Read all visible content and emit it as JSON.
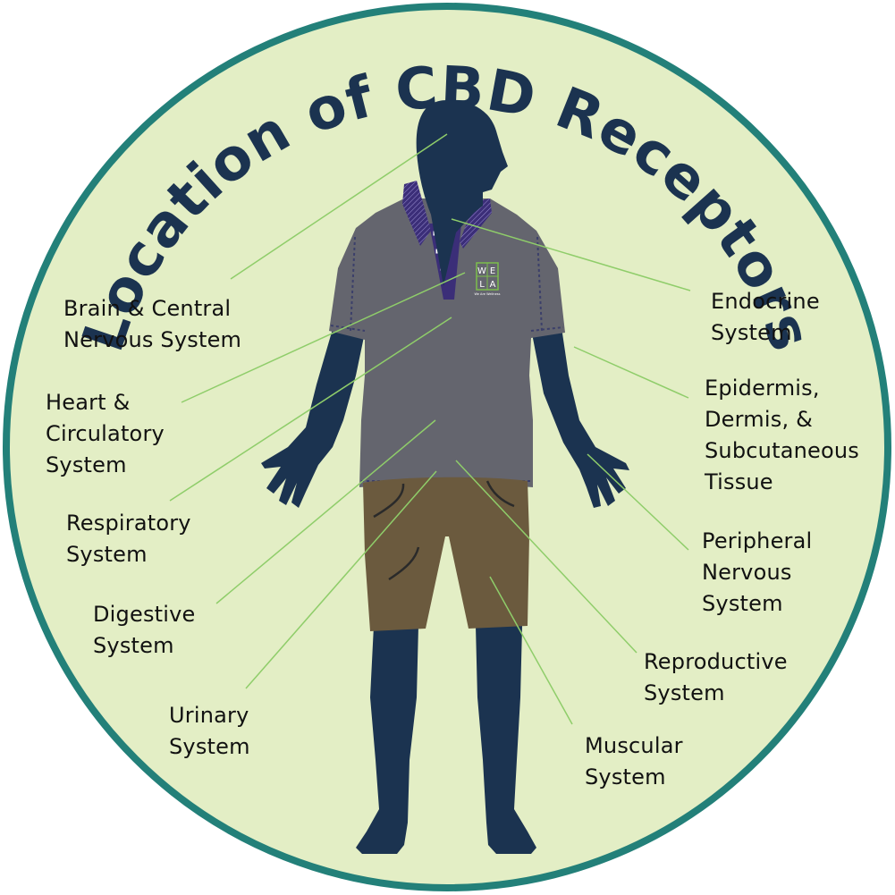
{
  "title": "Location of CBD Receptors",
  "colors": {
    "background": "#ffffff",
    "circle_fill": "#e3eec5",
    "circle_border": "#238079",
    "title": "#1b3350",
    "silhouette": "#1b3350",
    "shirt": "#64656e",
    "collar": "#3b2e78",
    "shorts": "#6b5a3e",
    "leader_lines": "#8fcd6a",
    "label_text": "#111111"
  },
  "logo": {
    "letters": [
      "W",
      "E",
      "L",
      "A"
    ],
    "caption": "We Are Wellness"
  },
  "labels": {
    "brain": {
      "line1": "Brain & Central",
      "line2": "Nervous System"
    },
    "heart": {
      "line1": "Heart &",
      "line2": "Circulatory",
      "line3": "System"
    },
    "respiratory": {
      "line1": "Respiratory",
      "line2": "System"
    },
    "digestive": {
      "line1": "Digestive",
      "line2": "System"
    },
    "urinary": {
      "line1": "Urinary",
      "line2": "System"
    },
    "endocrine": {
      "line1": "Endocrine",
      "line2": "System"
    },
    "skin": {
      "line1": "Epidermis,",
      "line2": "Dermis, &",
      "line3": "Subcutaneous",
      "line4": "Tissue"
    },
    "peripheral": {
      "line1": "Peripheral",
      "line2": "Nervous",
      "line3": "System"
    },
    "reproductive": {
      "line1": "Reproductive",
      "line2": "System"
    },
    "muscular": {
      "line1": "Muscular",
      "line2": "System"
    }
  }
}
